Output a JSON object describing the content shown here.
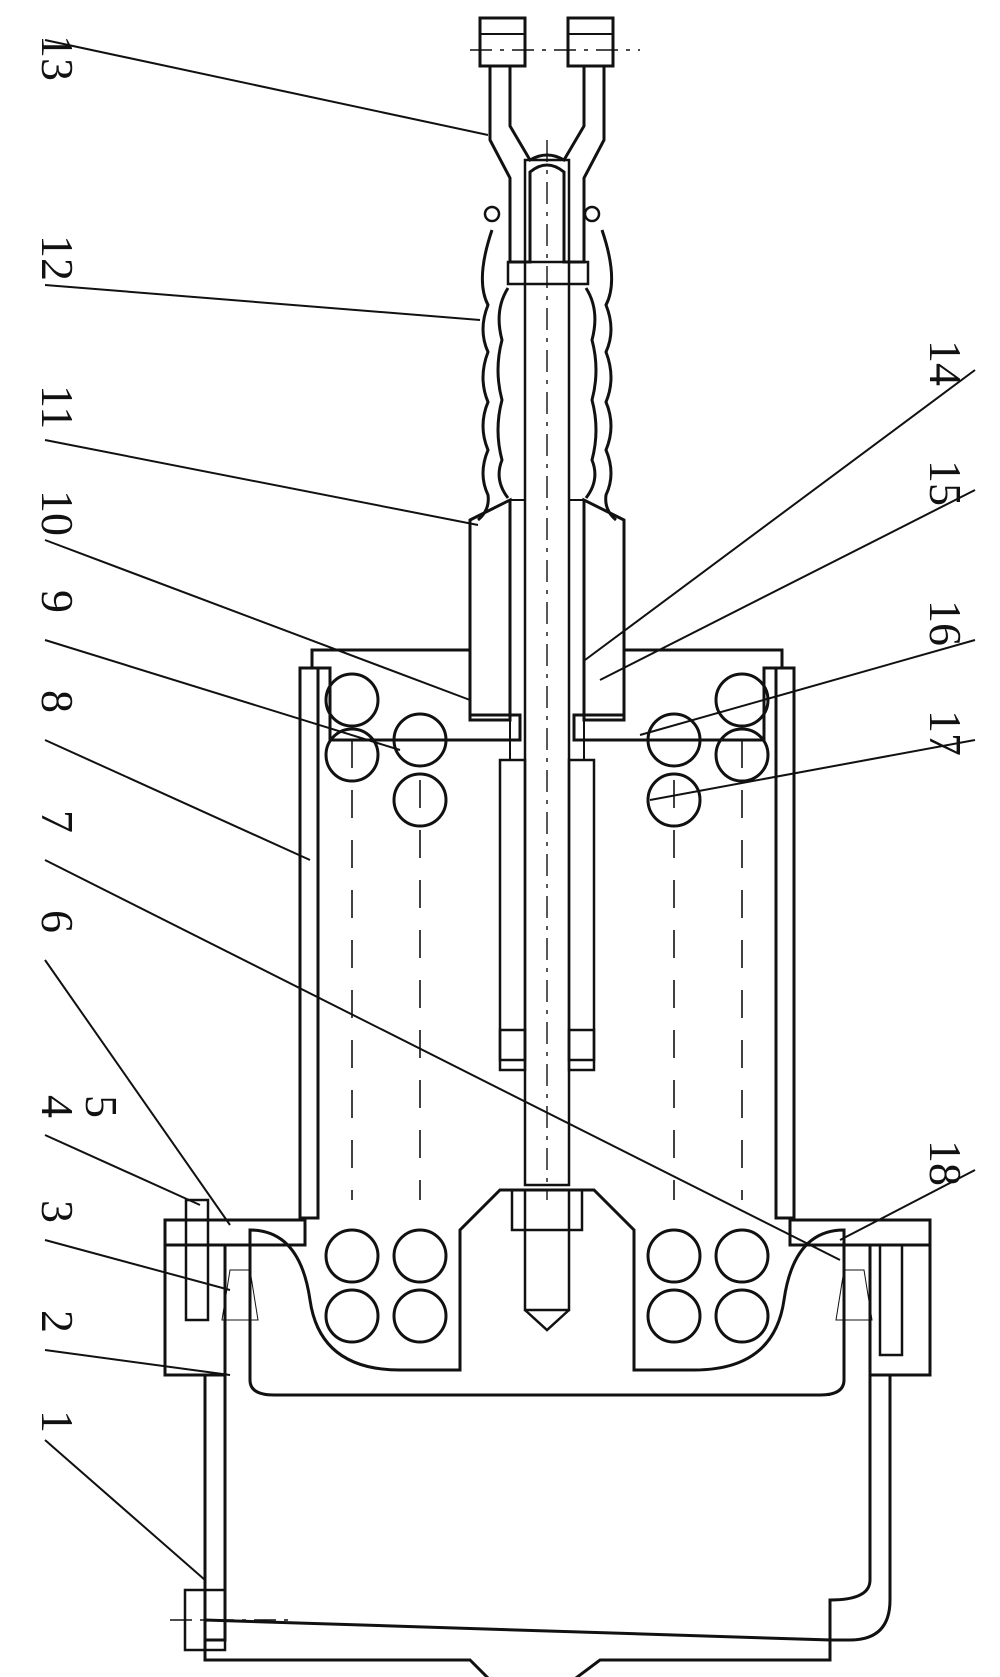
{
  "diagram": {
    "callouts": [
      {
        "id": "1",
        "label": "1"
      },
      {
        "id": "2",
        "label": "2"
      },
      {
        "id": "3",
        "label": "3"
      },
      {
        "id": "4",
        "label": "4"
      },
      {
        "id": "5",
        "label": "5"
      },
      {
        "id": "6",
        "label": "6"
      },
      {
        "id": "7",
        "label": "7"
      },
      {
        "id": "8",
        "label": "8"
      },
      {
        "id": "9",
        "label": "9"
      },
      {
        "id": "10",
        "label": "10"
      },
      {
        "id": "11",
        "label": "11"
      },
      {
        "id": "12",
        "label": "12"
      },
      {
        "id": "13",
        "label": "13"
      },
      {
        "id": "14",
        "label": "14"
      },
      {
        "id": "15",
        "label": "15"
      },
      {
        "id": "16",
        "label": "16"
      },
      {
        "id": "17",
        "label": "17"
      },
      {
        "id": "18",
        "label": "18"
      }
    ],
    "colors": {
      "ink": "#111111",
      "paper": "#ffffff"
    }
  }
}
